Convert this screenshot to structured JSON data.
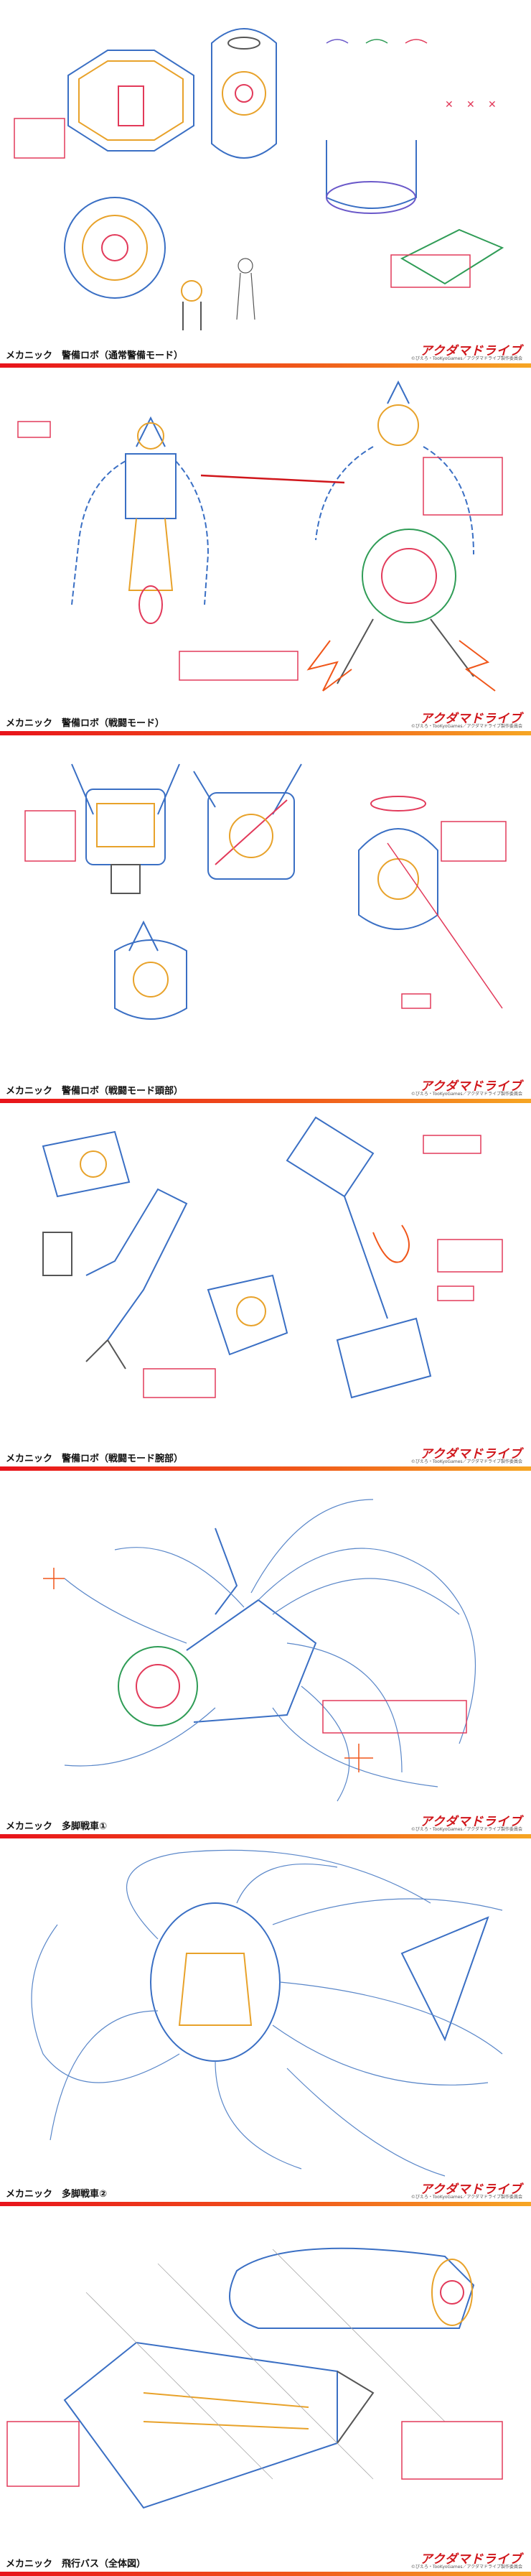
{
  "sheets": [
    {
      "caption": "メカニック　警備ロボ（通常警備モード）"
    },
    {
      "caption": "メカニック　警備ロボ（戦闘モード）"
    },
    {
      "caption": "メカニック　警備ロボ（戦闘モード頭部）"
    },
    {
      "caption": "メカニック　警備ロボ（戦闘モード腕部）"
    },
    {
      "caption": "メカニック　多脚戦車①"
    },
    {
      "caption": "メカニック　多脚戦車②"
    },
    {
      "caption": "メカニック　飛行バス（全体図）"
    }
  ],
  "logo_text": "アクダマドライブ",
  "credit_text": "©ぴえろ・TooKyoGames／アクダマドライブ製作委員会"
}
